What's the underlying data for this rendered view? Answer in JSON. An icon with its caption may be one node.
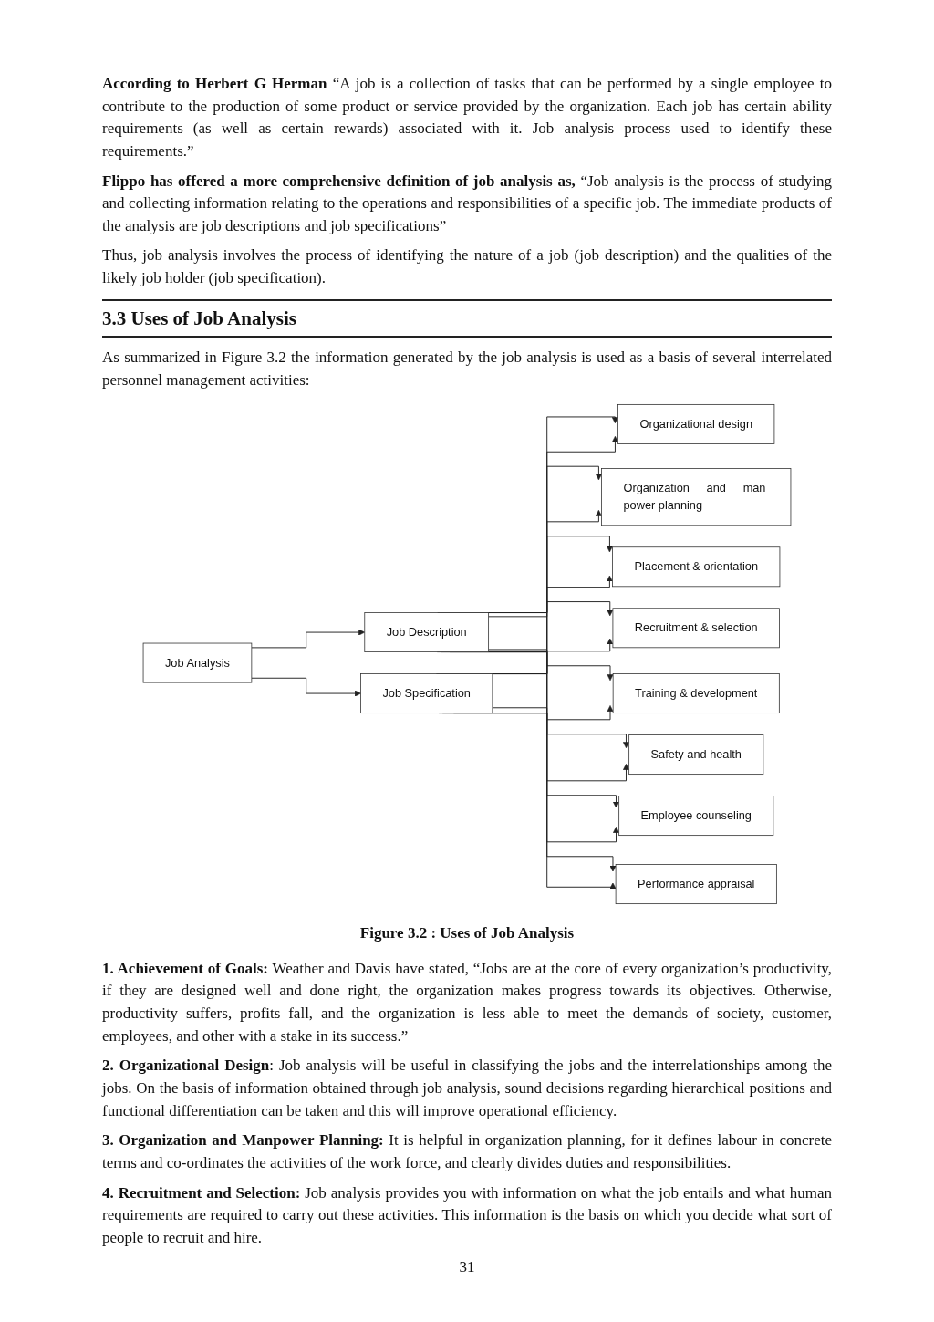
{
  "diagram": {
    "caption": "Figure 3.2 : Uses of Job Analysis",
    "nodes": [
      {
        "text": [
          "Job Analysis"
        ]
      },
      {
        "text": [
          "Job Description"
        ]
      },
      {
        "text": [
          "Job Specification"
        ]
      },
      {
        "text": [
          "Organizational design"
        ]
      },
      {
        "text": [
          "Organization and man power planning"
        ]
      },
      {
        "text": [
          "Placement & orientation"
        ]
      },
      {
        "text": [
          "Recruitment & selection"
        ]
      },
      {
        "text": [
          "Training & development"
        ]
      },
      {
        "text": [
          "Safety and health"
        ]
      },
      {
        "text": [
          "Employee counseling"
        ]
      },
      {
        "text": [
          "Performance appraisal"
        ]
      }
    ],
    "edges": [
      {
        "from": 0,
        "to": 1,
        "arrow": "to"
      },
      {
        "from": 0,
        "to": 2,
        "arrow": "to"
      },
      {
        "from": 1,
        "to": 3,
        "arrow": "to"
      },
      {
        "from": 1,
        "to": 4,
        "arrow": "to"
      },
      {
        "from": 1,
        "to": 5,
        "arrow": "to"
      },
      {
        "from": 1,
        "to": 6,
        "arrow": "to"
      },
      {
        "from": 1,
        "to": 7,
        "arrow": "to"
      },
      {
        "from": 1,
        "to": 8,
        "arrow": "to"
      },
      {
        "from": 1,
        "to": 9,
        "arrow": "to"
      },
      {
        "from": 1,
        "to": 10,
        "arrow": "to"
      },
      {
        "from": 2,
        "to": 3,
        "arrow": "to"
      },
      {
        "from": 2,
        "to": 4,
        "arrow": "to"
      },
      {
        "from": 2,
        "to": 5,
        "arrow": "to"
      },
      {
        "from": 2,
        "to": 6,
        "arrow": "to"
      },
      {
        "from": 2,
        "to": 7,
        "arrow": "to"
      },
      {
        "from": 2,
        "to": 8,
        "arrow": "to"
      },
      {
        "from": 2,
        "to": 9,
        "arrow": "to"
      },
      {
        "from": 2,
        "to": 10,
        "arrow": "to"
      }
    ],
    "labels": [
      "**According to Herbert G Herman** “A job is a collection of tasks that can be performed by a single employee to contribute to the production of some product or service provided by the organization. Each job has certain ability requirements (as well as certain rewards) associated with it. Job analysis process used to identify these requirements.”",
      "**Flippo has offered a more comprehensive definition of job analysis as,** “Job analysis is the process of studying and collecting information relating to the operations and responsibilities of a specific job. The immediate products of the analysis are job descriptions and job specifications”",
      "Thus, job analysis involves the process of identifying the nature of a job (job description) and the qualities of the likely job holder (job specification).",
      "3.3 Uses of Job Analysis",
      "As summarized in Figure 3.2 the information generated by the job analysis is used as a basis of several interrelated personnel management activities:",
      "**1. Achievement of Goals:** Weather and Davis have stated, “Jobs are at the core of every organization’s productivity, if they are designed well and done right, the organization makes progress towards its objectives. Otherwise, productivity suffers, profits fall, and the organization is less able to meet the demands of society, customer, employees, and other with a stake in its success.”",
      "**2. Organizational Design**: Job analysis will be useful in classifying the jobs and the interrelationships among the jobs. On the basis of information obtained through job analysis, sound decisions regarding hierarchical positions and functional differentiation can be taken and this will improve operational efficiency.",
      "**3. Organization and Manpower Planning:** It is helpful in organization planning, for it defines labour in concrete terms and co-ordinates the activities of the work force, and clearly divides duties and responsibilities.",
      "**4. Recruitment and Selection:** Job analysis provides you with information on what the job entails and what human requirements are required to carry out these activities. This information is the basis on which you decide what sort of people to recruit and hire.",
      "31"
    ]
  }
}
